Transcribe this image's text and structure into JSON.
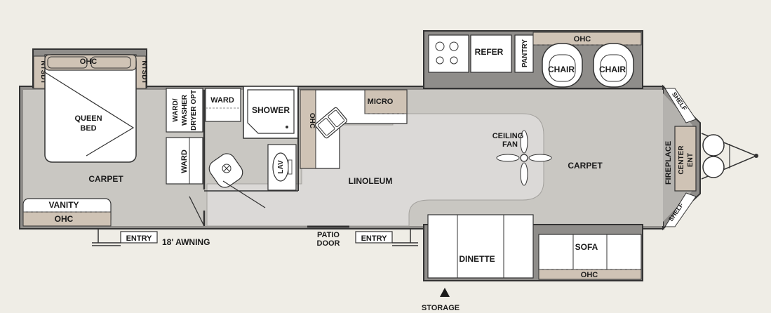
{
  "labels": {
    "ohc": "OHC",
    "ntsdt": "NTSDT",
    "queen_bed": [
      "QUEEN",
      "BED"
    ],
    "carpet": "CARPET",
    "vanity": "VANITY",
    "entry": "ENTRY",
    "awning": "18' AWNING",
    "ward": "WARD",
    "washer": [
      "WARD/",
      "WASHER",
      "DRYER OPT"
    ],
    "shower": "SHOWER",
    "lav": "LAV",
    "micro": "MICRO",
    "linoleum": "LINOLEUM",
    "patio_door": [
      "PATIO",
      "DOOR"
    ],
    "refer": "REFER",
    "pantry": "PANTRY",
    "chair": "CHAIR",
    "ceiling_fan": [
      "CEILING",
      "FAN"
    ],
    "shelf": "SHELF",
    "fireplace": "FIREPLACE",
    "center_ent": [
      "CENTER",
      "ENT"
    ],
    "dinette": "DINETTE",
    "sofa": "SOFA",
    "storage": "STORAGE"
  },
  "colors": {
    "background": "#efede6",
    "carpet": "#c9c7c2",
    "linoleum": "#dbd9d7",
    "trim": "#8f8d8a",
    "cabinet": "#cfc3b5",
    "wall": "#333333"
  }
}
